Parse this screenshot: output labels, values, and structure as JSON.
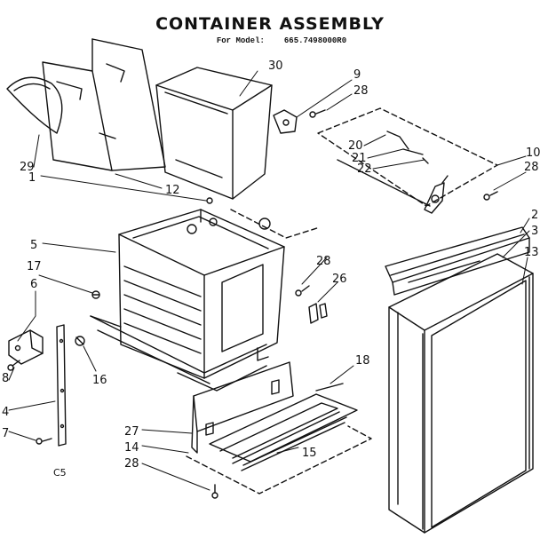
{
  "header": {
    "title": "CONTAINER ASSEMBLY",
    "model_label": "For Model:",
    "model_number": "665.7498000R0"
  },
  "page_code": "C5",
  "callouts": [
    "30",
    "9",
    "28",
    "29",
    "1",
    "12",
    "10",
    "20",
    "21",
    "22",
    "28",
    "2",
    "3",
    "13",
    "5",
    "28",
    "17",
    "26",
    "6",
    "18",
    "16",
    "8",
    "4",
    "7",
    "27",
    "14",
    "15",
    "28"
  ],
  "colors": {
    "ink": "#111111",
    "paper": "#ffffff"
  }
}
